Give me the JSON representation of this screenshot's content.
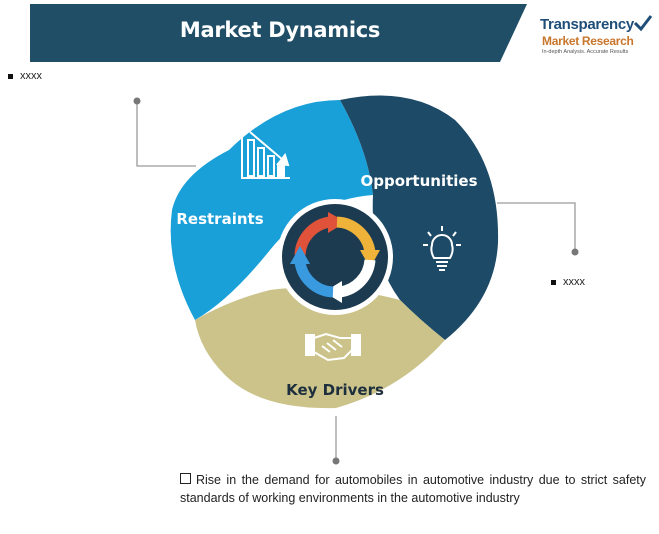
{
  "header": {
    "title": "Market Dynamics",
    "banner_color": "#1f4e66"
  },
  "logo": {
    "line1": "Transparency",
    "line2": "Market Research",
    "tagline": "In-depth Analysis. Accurate Results"
  },
  "notes": {
    "left": "xxxx",
    "right": "xxxx"
  },
  "segments": {
    "restraints": {
      "label": "Restraints",
      "color": "#1aa0d8",
      "icon": "bar-chart-down-icon"
    },
    "opportunities": {
      "label": "Opportunities",
      "color": "#1d4a66",
      "icon": "lightbulb-icon"
    },
    "key_drivers": {
      "label": "Key Drivers",
      "color": "#cbc38a",
      "icon": "handshake-icon"
    }
  },
  "center_icon": "cycle-arrows-icon",
  "bottom_note": {
    "text": "Rise in the demand for automobiles in automotive industry due to strict safety standards of working environments in the automotive industry"
  }
}
